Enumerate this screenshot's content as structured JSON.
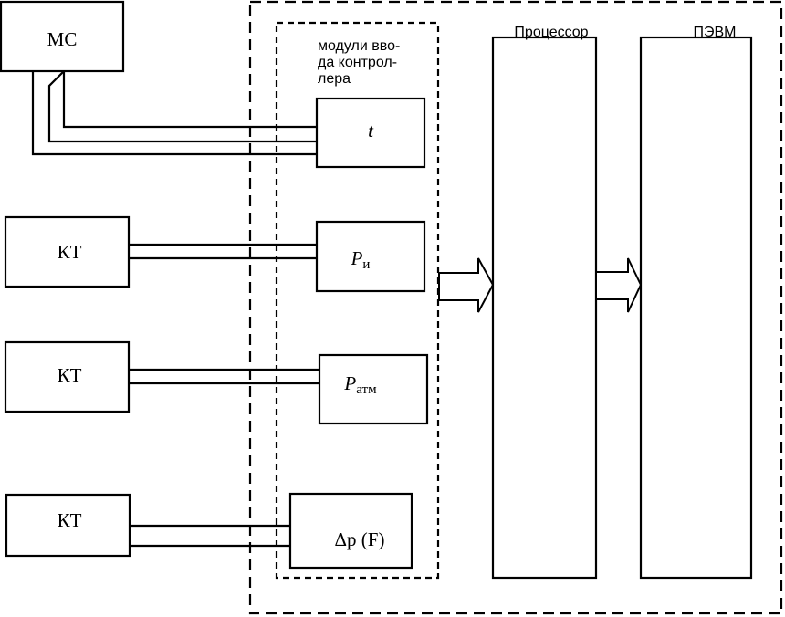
{
  "diagram": {
    "sensors": {
      "ms": "МС",
      "kt1": "КТ",
      "kt2": "КТ",
      "kt3": "КТ"
    },
    "input_modules": {
      "title_lines": [
        "модули вво-",
        "да контрол-",
        "лера"
      ],
      "t": "t",
      "p_i_main": "P",
      "p_i_sub": "и",
      "p_atm_main": "P",
      "p_atm_sub": "атм",
      "dp": "Δp (F)"
    },
    "processor": "Процессор",
    "pc": "ПЭВМ"
  }
}
